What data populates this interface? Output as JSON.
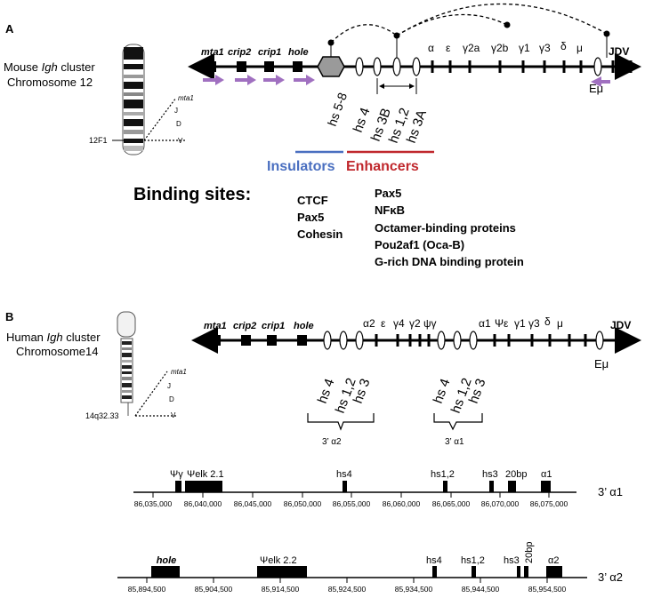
{
  "panelA": {
    "letter": "A",
    "title_line1": "Mouse",
    "title_igh": "Igh",
    "title_cluster": "cluster",
    "title_line2": "Chromosome 12",
    "chrom_band": "12F1",
    "chrom_side_labels": [
      "mta1",
      "J",
      "D",
      "V"
    ],
    "genes": [
      "mta1",
      "crip2",
      "crip1",
      "hole"
    ],
    "constant_region": [
      "α",
      "ε",
      "γ2a",
      "γ2b",
      "γ1",
      "γ3",
      "δ",
      "μ"
    ],
    "jdv": "JDV",
    "emu": "Eμ",
    "hs_labels": [
      "hs 5-8",
      "hs 4",
      "hs 3B",
      "hs 1,2",
      "hs 3A"
    ],
    "insulators": "Insulators",
    "enhancers": "Enhancers",
    "binding_title": "Binding sites:",
    "insulator_sites": [
      "CTCF",
      "Pax5",
      "Cohesin"
    ],
    "enhancer_sites": [
      "Pax5",
      "NFκB",
      "Octamer-binding proteins",
      "Pou2af1 (Oca-B)",
      "G-rich DNA binding protein"
    ],
    "colors": {
      "insulator": "#4a6fc0",
      "enhancer": "#c0282d",
      "arrow": "#a070c0",
      "insulator_box": "#9a9a9a"
    }
  },
  "panelB": {
    "letter": "B",
    "title_line1": "Human",
    "title_igh": "Igh",
    "title_cluster": "cluster",
    "title_line2": "Chromosome14",
    "chrom_band": "14q32.33",
    "chrom_side_labels": [
      "mta1",
      "J",
      "D",
      "V"
    ],
    "genes": [
      "mta1",
      "crip2",
      "crip1",
      "hole"
    ],
    "constant_region_a2": [
      "α2",
      "ε",
      "γ4",
      "γ2",
      "ψγ"
    ],
    "constant_region_a1": [
      "α1",
      "Ψε",
      "γ1",
      "γ3",
      "δ",
      "μ"
    ],
    "jdv": "JDV",
    "emu": "Eμ",
    "hs_group_a2": [
      "hs 4",
      "hs 1,2",
      "hs 3"
    ],
    "hs_group_a1": [
      "hs 4",
      "hs 1,2",
      "hs 3"
    ],
    "bracket_a2": "3’ α2",
    "bracket_a1": "3’ α1"
  },
  "track_a1": {
    "feature_labels": [
      "Ψγ",
      "Ψelk 2.1",
      "hs4",
      "hs1,2",
      "hs3",
      "20bp",
      "α1"
    ],
    "ticks": [
      "86,035,000",
      "86,040,000",
      "86,045,000",
      "86,050,000",
      "86,055,000",
      "86,060,000",
      "86,065,000",
      "86,070,000",
      "86,075,000"
    ],
    "name": "3’ α1"
  },
  "track_a2": {
    "feature_labels": [
      "hole",
      "Ψelk 2.2",
      "hs4",
      "hs1,2",
      "hs3",
      "20bp",
      "α2"
    ],
    "ticks": [
      "85,894,500",
      "85,904,500",
      "85,914,500",
      "85,924,500",
      "85,934,500",
      "85,944,500",
      "85,954,500"
    ],
    "name": "3’ α2"
  }
}
